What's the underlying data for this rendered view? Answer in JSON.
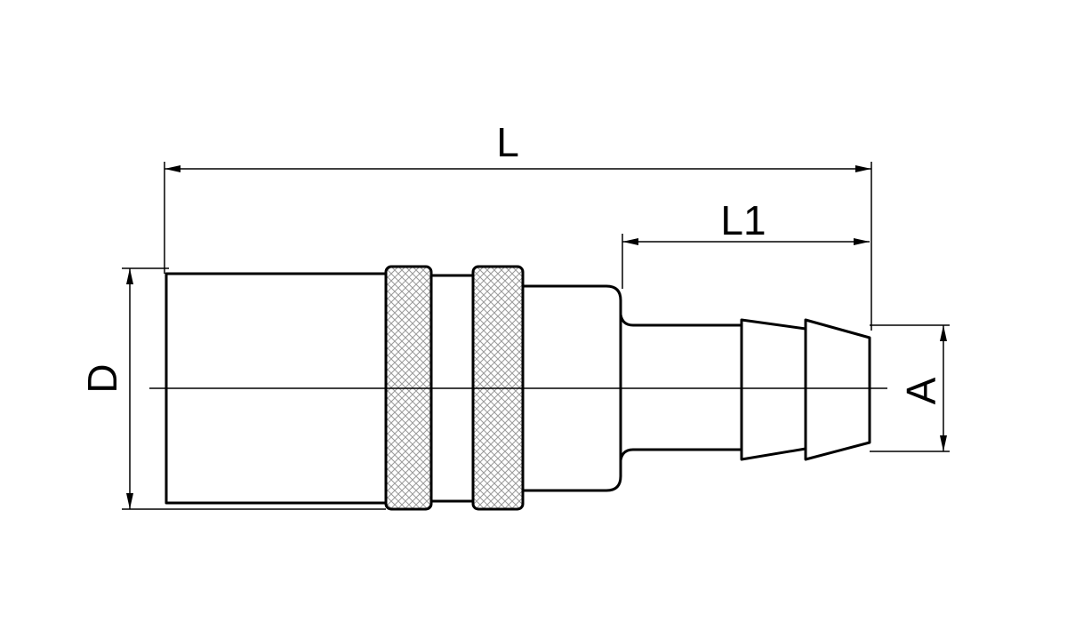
{
  "diagram": {
    "dimensions": {
      "overall_length": "L",
      "barb_length": "L1",
      "outer_diameter": "D",
      "barb_diameter": "A"
    }
  }
}
